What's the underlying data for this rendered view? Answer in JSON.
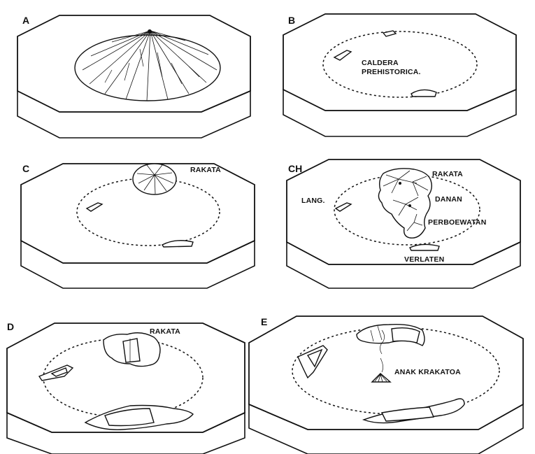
{
  "panels": [
    {
      "letter": "A",
      "labels": []
    },
    {
      "letter": "B",
      "labels": [
        "CALDERA",
        "PREHISTORICA."
      ]
    },
    {
      "letter": "C",
      "labels": [
        "RAKATA"
      ]
    },
    {
      "letter": "CH",
      "labels": [
        "RAKATA",
        "LANG.",
        "DANAN",
        "PERBOEWATAN",
        "VERLATEN"
      ]
    },
    {
      "letter": "D",
      "labels": [
        "RAKATA"
      ]
    },
    {
      "letter": "E",
      "labels": [
        "ANAK KRAKATOA"
      ]
    }
  ],
  "colors": {
    "ink": "#111111",
    "paper": "#ffffff"
  }
}
